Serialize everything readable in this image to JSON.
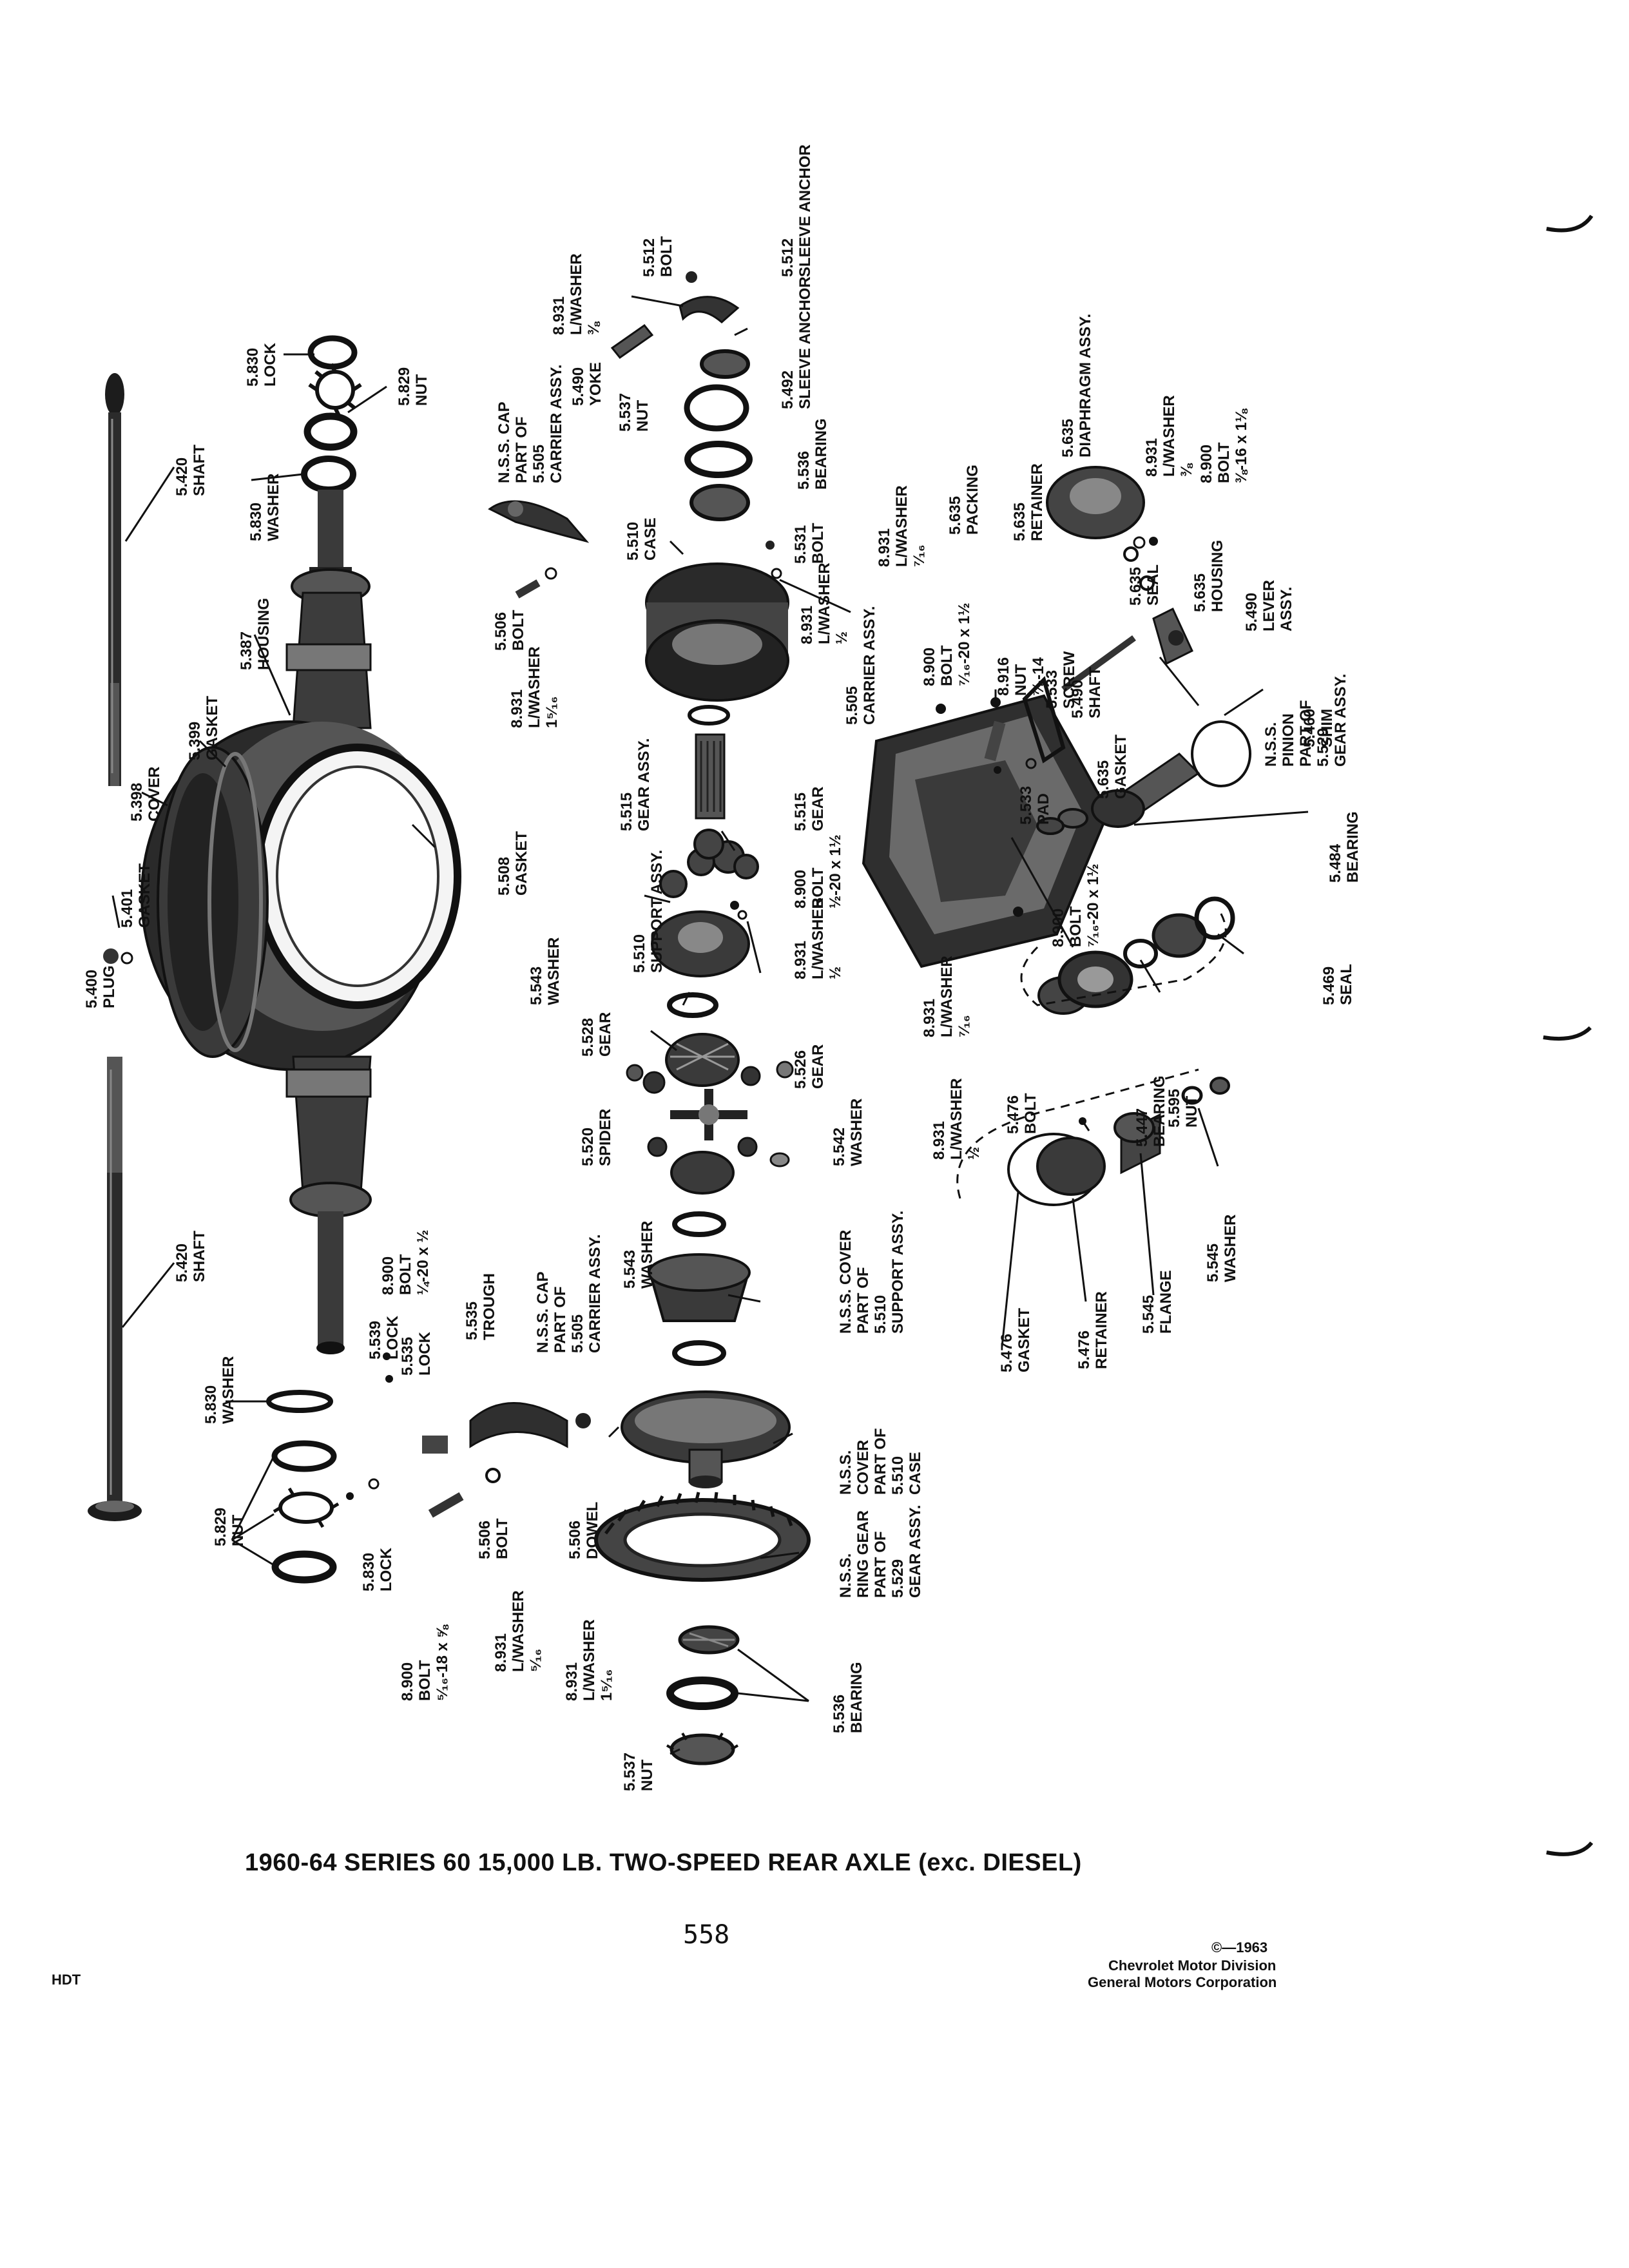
{
  "page": {
    "title": "1960-64 SERIES 60 15,000 LB. TWO-SPEED REAR AXLE (exc. DIESEL)",
    "page_number": "558",
    "section_code": "HDT",
    "copyright": "©—1963",
    "publisher_line1": "Chevrolet Motor Division",
    "publisher_line2": "General Motors Corporation"
  },
  "callouts": [
    {
      "id": "c01",
      "lines": [
        "5.420",
        "SHAFT"
      ]
    },
    {
      "id": "c02",
      "lines": [
        "5.830",
        "LOCK"
      ]
    },
    {
      "id": "c03",
      "lines": [
        "5.829",
        "NUT"
      ]
    },
    {
      "id": "c04",
      "lines": [
        "5.830",
        "WASHER"
      ]
    },
    {
      "id": "c05",
      "lines": [
        "5.387",
        "HOUSING"
      ]
    },
    {
      "id": "c06",
      "lines": [
        "5.399",
        "GASKET"
      ]
    },
    {
      "id": "c07",
      "lines": [
        "5.398",
        "COVER"
      ]
    },
    {
      "id": "c08",
      "lines": [
        "5.401",
        "GASKET"
      ]
    },
    {
      "id": "c09",
      "lines": [
        "5.400",
        "PLUG"
      ]
    },
    {
      "id": "c10",
      "lines": [
        "5.508",
        "GASKET"
      ]
    },
    {
      "id": "c11",
      "lines": [
        "5.420",
        "SHAFT"
      ]
    },
    {
      "id": "c12",
      "lines": [
        "8.900",
        "BOLT",
        "¼-20 x ½"
      ]
    },
    {
      "id": "c13",
      "lines": [
        "5.539",
        "LOCK"
      ]
    },
    {
      "id": "c14",
      "lines": [
        "5.535",
        "LOCK"
      ]
    },
    {
      "id": "c15",
      "lines": [
        "5.535",
        "TROUGH"
      ]
    },
    {
      "id": "c16",
      "lines": [
        "N.S.S. CAP",
        "PART OF",
        "5.505",
        "CARRIER ASSY."
      ]
    },
    {
      "id": "c17",
      "lines": [
        "5.830",
        "WASHER"
      ]
    },
    {
      "id": "c18",
      "lines": [
        "5.829",
        "NUT"
      ]
    },
    {
      "id": "c19",
      "lines": [
        "5.830",
        "LOCK"
      ]
    },
    {
      "id": "c20",
      "lines": [
        "8.900",
        "BOLT",
        "⁵⁄₁₆-18 x ⅝"
      ]
    },
    {
      "id": "c21",
      "lines": [
        "8.931",
        "L/WASHER",
        "⁵⁄₁₆"
      ]
    },
    {
      "id": "c22",
      "lines": [
        "5.506",
        "BOLT"
      ]
    },
    {
      "id": "c23",
      "lines": [
        "5.506",
        "DOWEL"
      ]
    },
    {
      "id": "c24",
      "lines": [
        "8.931",
        "L/WASHER",
        "1⁵⁄₁₆"
      ]
    },
    {
      "id": "c25",
      "lines": [
        "N.S.S. CAP",
        "PART OF",
        "5.505",
        "CARRIER ASSY."
      ]
    },
    {
      "id": "c26",
      "lines": [
        "5.506",
        "BOLT"
      ]
    },
    {
      "id": "c27",
      "lines": [
        "8.931",
        "L/WASHER",
        "1⁵⁄₁₆"
      ]
    },
    {
      "id": "c28",
      "lines": [
        "8.931",
        "L/WASHER",
        "⅜"
      ]
    },
    {
      "id": "c29",
      "lines": [
        "5.512",
        "BOLT"
      ]
    },
    {
      "id": "c30",
      "lines": [
        "5.512",
        "SLEEVE ANCHOR"
      ]
    },
    {
      "id": "c31",
      "lines": [
        "5.490",
        "YOKE"
      ]
    },
    {
      "id": "c32",
      "lines": [
        "5.537",
        "NUT"
      ]
    },
    {
      "id": "c33",
      "lines": [
        "5.492",
        "SLEEVE ANCHOR"
      ]
    },
    {
      "id": "c34",
      "lines": [
        "5.536",
        "BEARING"
      ]
    },
    {
      "id": "c35",
      "lines": [
        "5.510",
        "CASE"
      ]
    },
    {
      "id": "c36",
      "lines": [
        "5.531",
        "BOLT"
      ]
    },
    {
      "id": "c37",
      "lines": [
        "8.931",
        "L/WASHER",
        "½"
      ]
    },
    {
      "id": "c38",
      "lines": [
        "5.515",
        "GEAR ASSY."
      ]
    },
    {
      "id": "c39",
      "lines": [
        "5.515",
        "GEAR"
      ]
    },
    {
      "id": "c40",
      "lines": [
        "5.510",
        "SUPPORT ASSY."
      ]
    },
    {
      "id": "c41",
      "lines": [
        "8.900",
        "BOLT",
        "½-20 x 1½"
      ]
    },
    {
      "id": "c42",
      "lines": [
        "5.543",
        "WASHER"
      ]
    },
    {
      "id": "c43",
      "lines": [
        "8.931",
        "L/WASHER",
        "½"
      ]
    },
    {
      "id": "c44",
      "lines": [
        "5.528",
        "GEAR"
      ]
    },
    {
      "id": "c45",
      "lines": [
        "5.526",
        "GEAR"
      ]
    },
    {
      "id": "c46",
      "lines": [
        "5.520",
        "SPIDER"
      ]
    },
    {
      "id": "c47",
      "lines": [
        "5.542",
        "WASHER"
      ]
    },
    {
      "id": "c48",
      "lines": [
        "5.543",
        "WASHER"
      ]
    },
    {
      "id": "c49",
      "lines": [
        "N.S.S. COVER",
        "PART OF",
        "5.510",
        "SUPPORT ASSY."
      ]
    },
    {
      "id": "c50",
      "lines": [
        "N.S.S.",
        "COVER",
        "PART OF",
        "5.510",
        "CASE"
      ]
    },
    {
      "id": "c51",
      "lines": [
        "N.S.S.",
        "RING GEAR",
        "PART OF",
        "5.529",
        "GEAR ASSY."
      ]
    },
    {
      "id": "c52",
      "lines": [
        "5.536",
        "BEARING"
      ]
    },
    {
      "id": "c53",
      "lines": [
        "5.537",
        "NUT"
      ]
    },
    {
      "id": "c54",
      "lines": [
        "8.931",
        "L/WASHER",
        "⁷⁄₁₆"
      ]
    },
    {
      "id": "c55",
      "lines": [
        "5.505",
        "CARRIER ASSY."
      ]
    },
    {
      "id": "c56",
      "lines": [
        "8.900",
        "BOLT",
        "⁷⁄₁₆-20 x 1½"
      ]
    },
    {
      "id": "c57",
      "lines": [
        "8.916",
        "NUT",
        "⁷⁄₈-14"
      ]
    },
    {
      "id": "c58",
      "lines": [
        "5.533",
        "SCREW"
      ]
    },
    {
      "id": "c59",
      "lines": [
        "5.490",
        "SHAFT"
      ]
    },
    {
      "id": "c60",
      "lines": [
        "5.635",
        "GASKET"
      ]
    },
    {
      "id": "c61",
      "lines": [
        "5.533",
        "PAD"
      ]
    },
    {
      "id": "c62",
      "lines": [
        "5.635",
        "PACKING"
      ]
    },
    {
      "id": "c63",
      "lines": [
        "5.635",
        "RETAINER"
      ]
    },
    {
      "id": "c64",
      "lines": [
        "5.635",
        "DIAPHRAGM ASSY."
      ]
    },
    {
      "id": "c65",
      "lines": [
        "8.931",
        "L/WASHER",
        "⅜"
      ]
    },
    {
      "id": "c66",
      "lines": [
        "8.900",
        "BOLT",
        "⅜-16 x 1⅛"
      ]
    },
    {
      "id": "c67",
      "lines": [
        "5.635",
        "SEAL"
      ]
    },
    {
      "id": "c68",
      "lines": [
        "5.635",
        "HOUSING"
      ]
    },
    {
      "id": "c69",
      "lines": [
        "5.490",
        "LEVER",
        "ASSY."
      ]
    },
    {
      "id": "c70",
      "lines": [
        "N.S.S.",
        "PINION",
        "PART OF",
        "5.529",
        "GEAR ASSY."
      ]
    },
    {
      "id": "c71",
      "lines": [
        "5.460",
        "SHIM"
      ]
    },
    {
      "id": "c72",
      "lines": [
        "5.484",
        "BEARING"
      ]
    },
    {
      "id": "c73",
      "lines": [
        "8.900",
        "BOLT",
        "⁷⁄₁₆-20 x 1½"
      ]
    },
    {
      "id": "c74",
      "lines": [
        "8.931",
        "L/WASHER",
        "⁷⁄₁₆"
      ]
    },
    {
      "id": "c75",
      "lines": [
        "5.469",
        "SEAL"
      ]
    },
    {
      "id": "c76",
      "lines": [
        "5.447",
        "BEARING"
      ]
    },
    {
      "id": "c77",
      "lines": [
        "5.595",
        "NUT"
      ]
    },
    {
      "id": "c78",
      "lines": [
        "5.476",
        "BOLT"
      ]
    },
    {
      "id": "c79",
      "lines": [
        "8.931",
        "L/WASHER",
        "½"
      ]
    },
    {
      "id": "c80",
      "lines": [
        "5.545",
        "WASHER"
      ]
    },
    {
      "id": "c81",
      "lines": [
        "5.476",
        "GASKET"
      ]
    },
    {
      "id": "c82",
      "lines": [
        "5.476",
        "RETAINER"
      ]
    },
    {
      "id": "c83",
      "lines": [
        "5.545",
        "FLANGE"
      ]
    }
  ]
}
